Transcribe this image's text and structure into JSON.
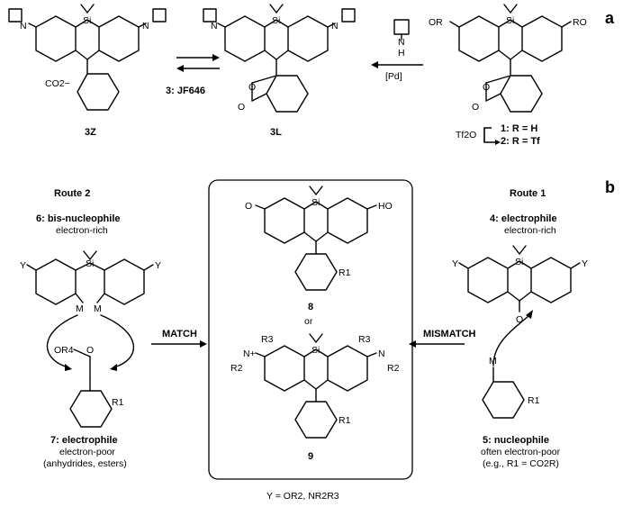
{
  "panels": {
    "a": "a",
    "b": "b"
  },
  "top": {
    "sm_cmpd_1": "1: R = H",
    "sm_cmpd_2": "2: R = Tf",
    "reagent_tf2o": "Tf2O",
    "reagent_pd": "[Pd]",
    "amine_N": "N",
    "amine_H": "H",
    "lactone_label": "3L",
    "zwit_label": "3Z",
    "jf_label": "3: JF646",
    "atom_OR": "OR",
    "atom_RO": "RO",
    "atom_O": "O",
    "atom_Si": "Si",
    "atom_N": "N",
    "atom_CO2": "CO2−"
  },
  "route1": {
    "title": "Route 1",
    "elec_head": "4: electrophile",
    "elec_sub": "electron-rich",
    "nuc_head": "5: nucleophile",
    "nuc_sub1": "often electron-poor",
    "nuc_sub2": "(e.g., R1 = CO2R)",
    "arrow_label": "MISMATCH",
    "atom_M": "M",
    "atom_R1": "R1",
    "atom_Y": "Y",
    "atom_O": "O",
    "atom_Si": "Si"
  },
  "route2": {
    "title": "Route 2",
    "bis_head": "6: bis-nucleophile",
    "bis_sub": "electron-rich",
    "elec_head": "7: electrophile",
    "elec_sub1": "electron-poor",
    "elec_sub2": "(anhydrides, esters)",
    "arrow_label": "MATCH",
    "atom_M": "M",
    "atom_OR4": "OR4",
    "atom_O": "O",
    "atom_R1": "R1",
    "atom_Y": "Y",
    "atom_Si": "Si"
  },
  "center": {
    "cmpd8": "8",
    "or_text": "or",
    "cmpd9": "9",
    "atom_HO": "HO",
    "atom_O": "O",
    "atom_Si": "Si",
    "atom_R1": "R1",
    "atom_R3": "R3",
    "atom_R2": "R2",
    "atom_N": "N",
    "atom_Nplus": "N+"
  },
  "footer": "Y = OR2, NR2R3"
}
